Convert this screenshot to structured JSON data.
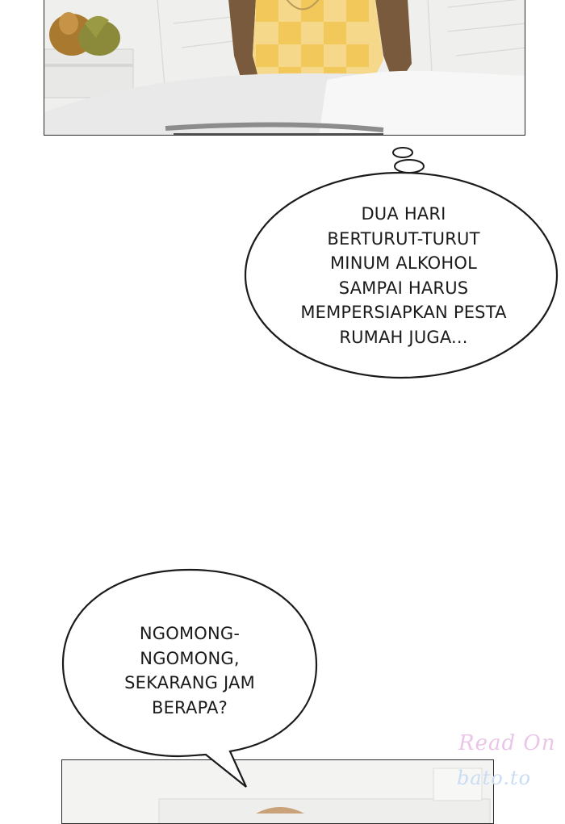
{
  "comic": {
    "bubbles": [
      {
        "kind": "thought",
        "lines": [
          "DUA HARI",
          "BERTURUT-TURUT",
          "MINUM ALKOHOL",
          "SAMPAI HARUS",
          "MEMPERSIAPKAN PESTA",
          "RUMAH JUGA..."
        ]
      },
      {
        "kind": "speech",
        "lines": [
          "NGOMONG-",
          "NGOMONG,",
          "SEKARANG JAM",
          "BERAPA?"
        ]
      }
    ]
  },
  "watermark": {
    "line1": "Read On",
    "line2": "bato.to"
  },
  "colors": {
    "panel_background": "#f2f2f0",
    "shirt_yellow": "#f2c85a",
    "hair_brown": "#7a5a3c",
    "blanket": "#e9e9ea",
    "watermark_pink": "#e9c6e8",
    "watermark_blue": "#c9dcf3"
  }
}
